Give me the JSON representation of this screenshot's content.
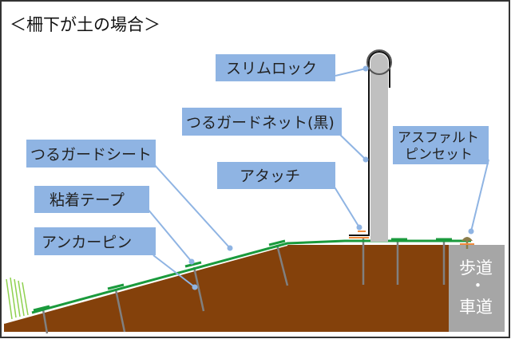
{
  "title": "＜柵下が土の場合＞",
  "labels": {
    "slim_lock": "スリムロック",
    "net": "つるガードネット(黒)",
    "asphalt_pin_1": "アスファルト",
    "asphalt_pin_2": "ピンセット",
    "sheet": "つるガードシート",
    "attach": "アタッチ",
    "tape": "粘着テープ",
    "anchor_pin": "アンカーピン"
  },
  "sidewalk": {
    "line1": "歩道",
    "line2": "・",
    "line3": "車道"
  },
  "colors": {
    "soil": "#84410b",
    "sheet": "#1a9a3c",
    "label_bg": "#8fb4e3",
    "pole": "#c0c0c0",
    "sidewalk": "#a6a6a6",
    "tape": "#f08a3c",
    "pin": "#808080"
  }
}
